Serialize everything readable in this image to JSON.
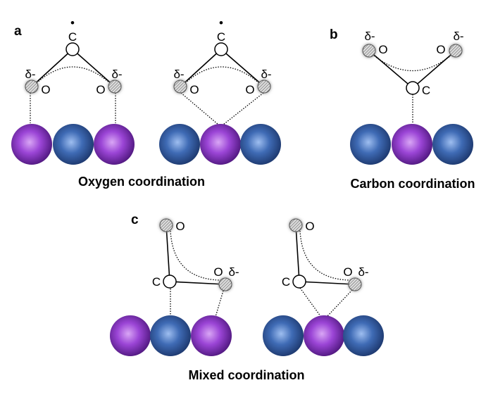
{
  "panels": {
    "a": {
      "letter": "a",
      "caption": "Oxygen coordination"
    },
    "b": {
      "letter": "b",
      "caption": "Carbon coordination"
    },
    "c": {
      "letter": "c",
      "caption": "Mixed coordination"
    }
  },
  "atoms": {
    "carbon": "C",
    "oxygen": "O",
    "partial_charge": "δ-",
    "radical_dot": "•"
  },
  "colors": {
    "purple_sphere": "#9b45d6",
    "blue_sphere": "#3f6bb5"
  }
}
